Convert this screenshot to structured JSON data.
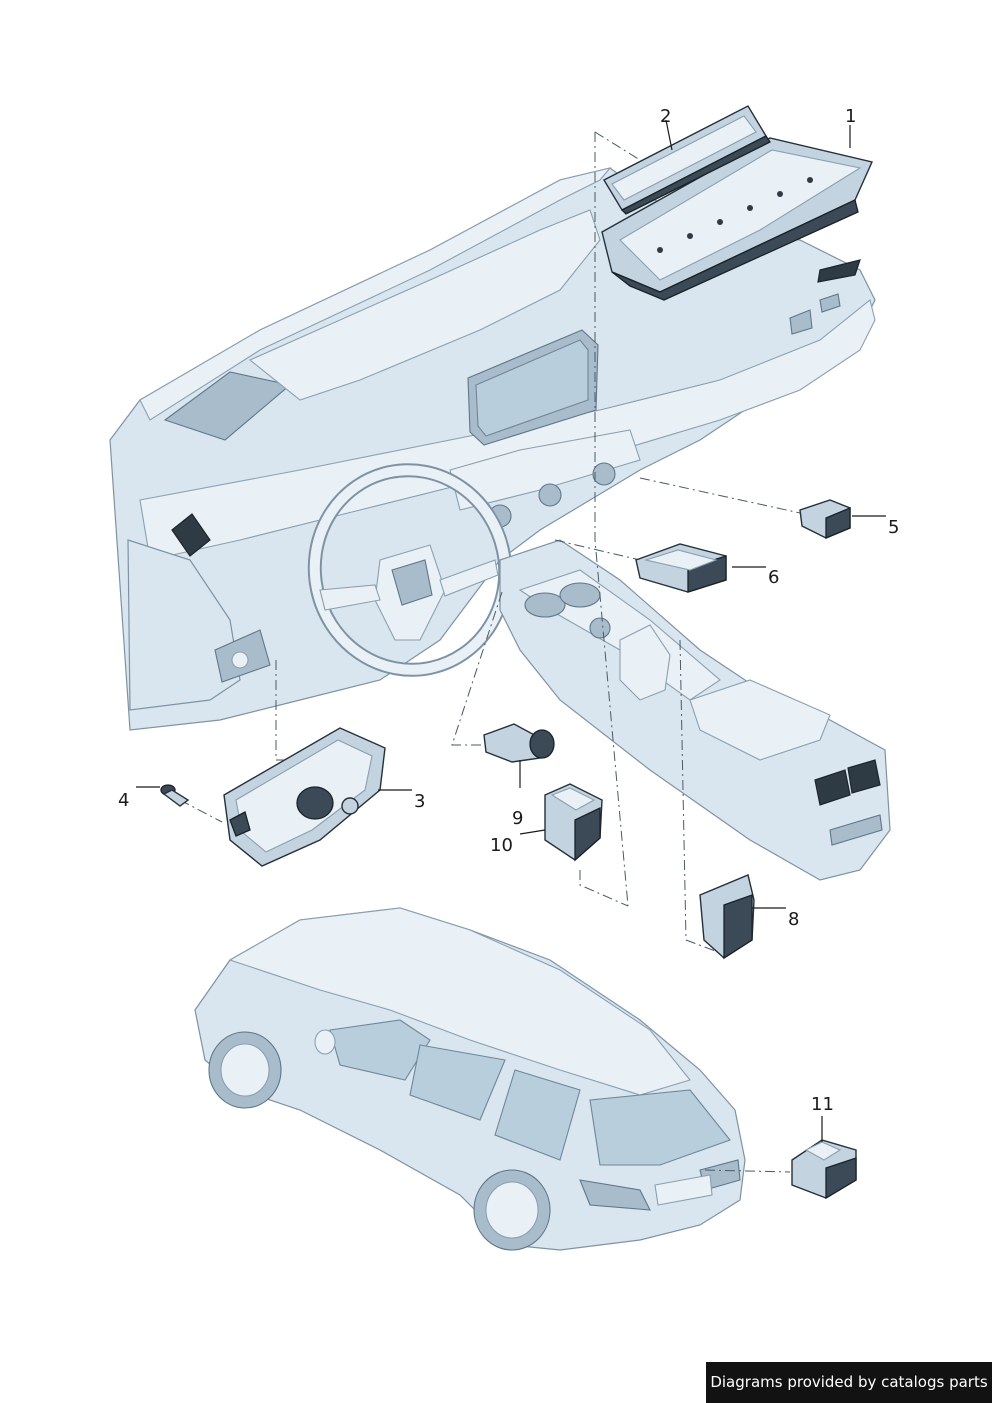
{
  "diagram": {
    "callouts": {
      "c1": "1",
      "c2": "2",
      "c3": "3",
      "c4": "4",
      "c5": "5",
      "c6": "6",
      "c8": "8",
      "c9": "9",
      "c10": "10",
      "c11": "11"
    }
  },
  "footer": {
    "text": "Diagrams provided by catalogs parts"
  },
  "colors": {
    "line_art_fill": "#d9e6ef",
    "line_art_stroke": "#7d93a4",
    "part_dark": "#2e3a44",
    "footer_bg": "#121212"
  }
}
